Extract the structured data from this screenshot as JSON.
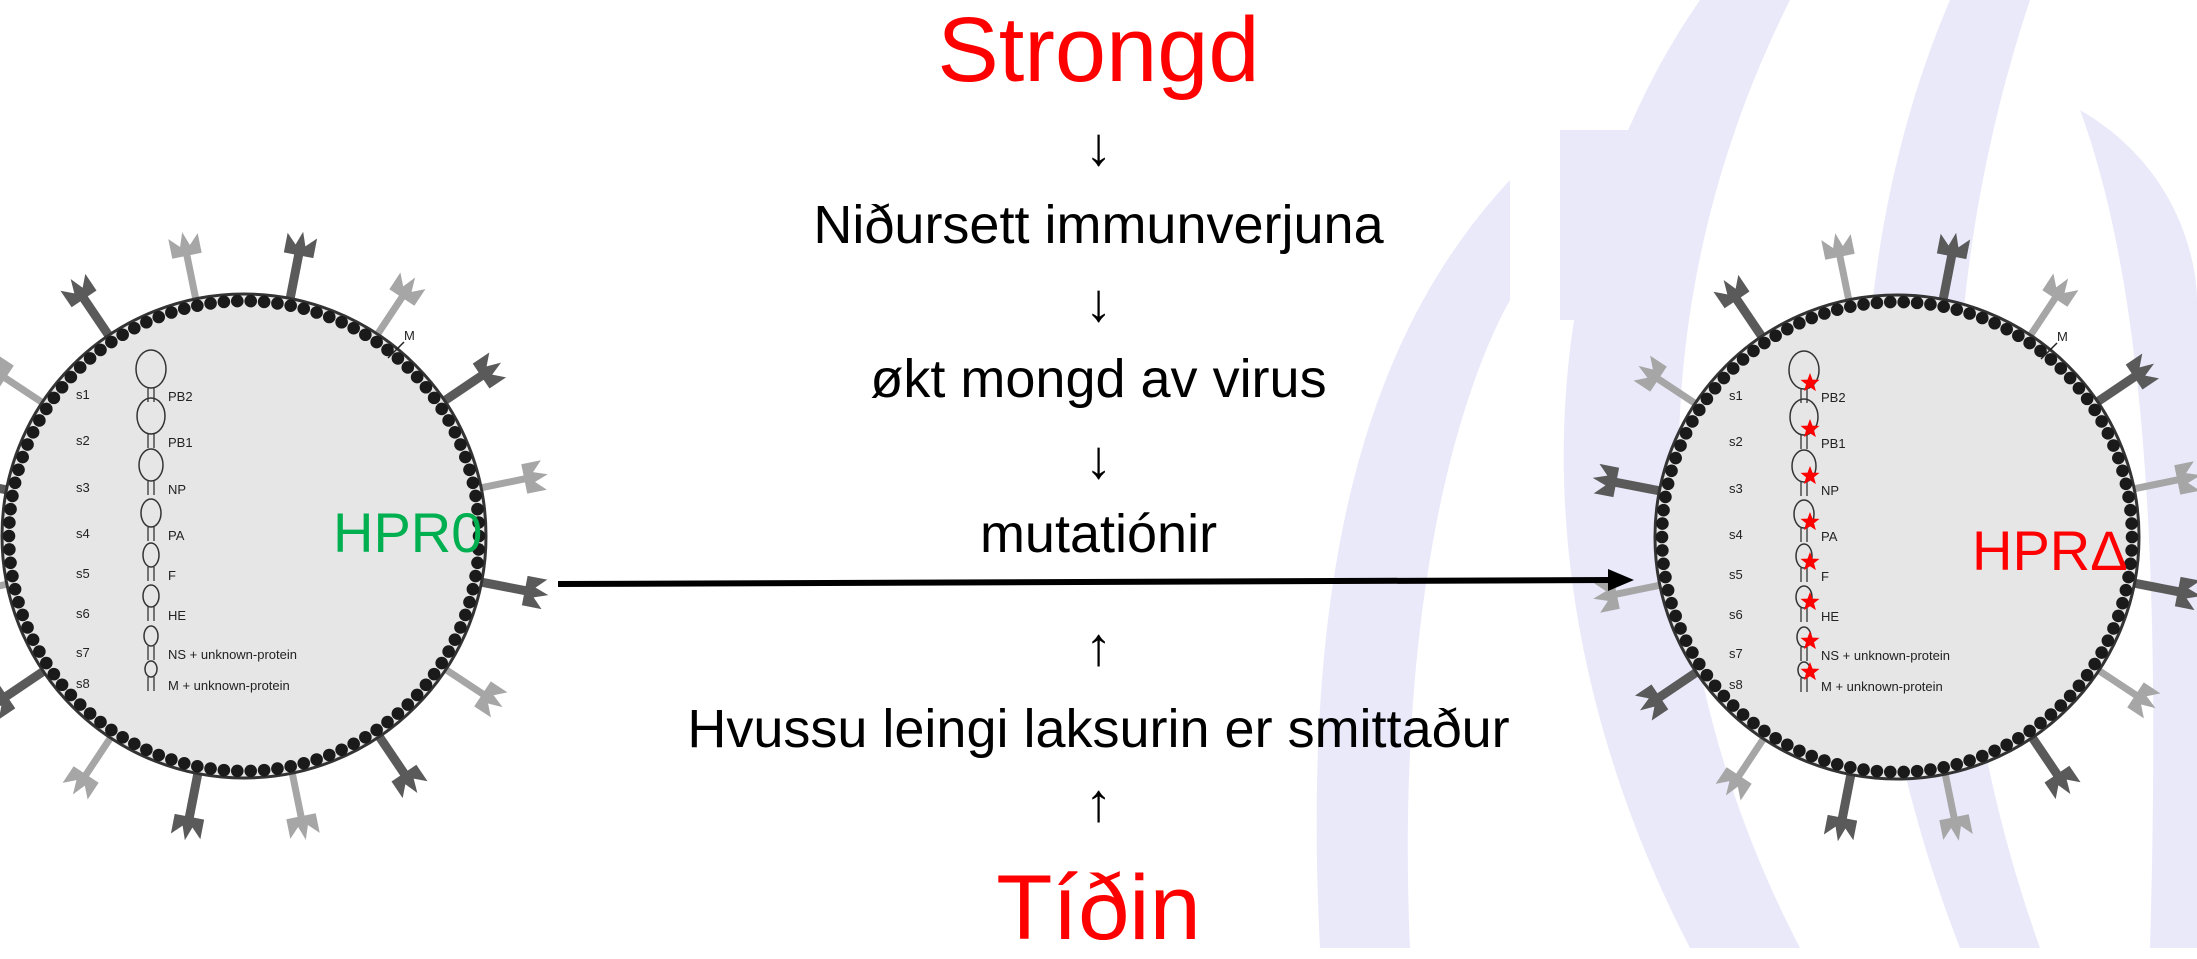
{
  "diagram": {
    "top_title": "Strongd",
    "bottom_title": "Tíðin",
    "steps_down": [
      "Niðursett immunverjuna",
      "økt mongd av virus",
      "mutatiónir"
    ],
    "step_up": "Hvussu leingi laksurin er smittaður",
    "arrow_down_glyph": "↓",
    "arrow_up_glyph": "↑",
    "title_color": "#ff0000"
  },
  "virus_left": {
    "label": "HPR0",
    "label_color": "#00b050",
    "membrane_label": "M",
    "segments": [
      {
        "id": "s1",
        "protein": "PB2"
      },
      {
        "id": "s2",
        "protein": "PB1"
      },
      {
        "id": "s3",
        "protein": "NP"
      },
      {
        "id": "s4",
        "protein": "PA"
      },
      {
        "id": "s5",
        "protein": "F"
      },
      {
        "id": "s6",
        "protein": "HE"
      },
      {
        "id": "s7",
        "protein": "NS + unknown-protein"
      },
      {
        "id": "s8",
        "protein": "M + unknown-protein"
      }
    ]
  },
  "virus_right": {
    "label": "HPRΔ",
    "label_color": "#ff0000",
    "membrane_label": "M",
    "mutation_marker_color": "#ff0000",
    "segments": [
      {
        "id": "s1",
        "protein": "PB2"
      },
      {
        "id": "s2",
        "protein": "PB1"
      },
      {
        "id": "s3",
        "protein": "NP"
      },
      {
        "id": "s4",
        "protein": "PA"
      },
      {
        "id": "s5",
        "protein": "F"
      },
      {
        "id": "s6",
        "protein": "HE"
      },
      {
        "id": "s7",
        "protein": "NS + unknown-protein"
      },
      {
        "id": "s8",
        "protein": "M + unknown-protein"
      }
    ]
  },
  "colors": {
    "background_arc": "#e9e9fa",
    "spike_dark": "#5a5a5a",
    "spike_light": "#a6a6a6",
    "virus_fill": "#e6e6e6"
  }
}
